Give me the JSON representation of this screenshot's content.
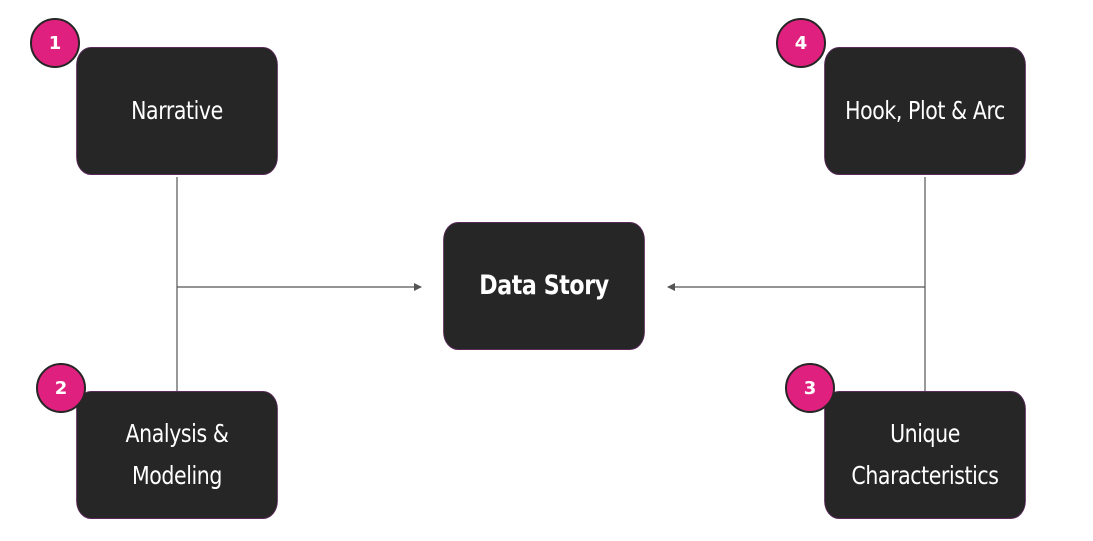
{
  "colors": {
    "box_fill": "#262626",
    "box_border": "#5b2a5c",
    "badge_fill": "#e0207e",
    "connector": "#555555",
    "text": "#ffffff"
  },
  "center": {
    "label": "Data Story"
  },
  "nodes": {
    "narrative": {
      "badge": "1",
      "label": "Narrative"
    },
    "analysis": {
      "badge": "2",
      "line1": "Analysis &",
      "line2": "Modeling"
    },
    "unique": {
      "badge": "3",
      "line1": "Unique",
      "line2": "Characteristics"
    },
    "hook": {
      "badge": "4",
      "label": "Hook, Plot & Arc"
    }
  }
}
